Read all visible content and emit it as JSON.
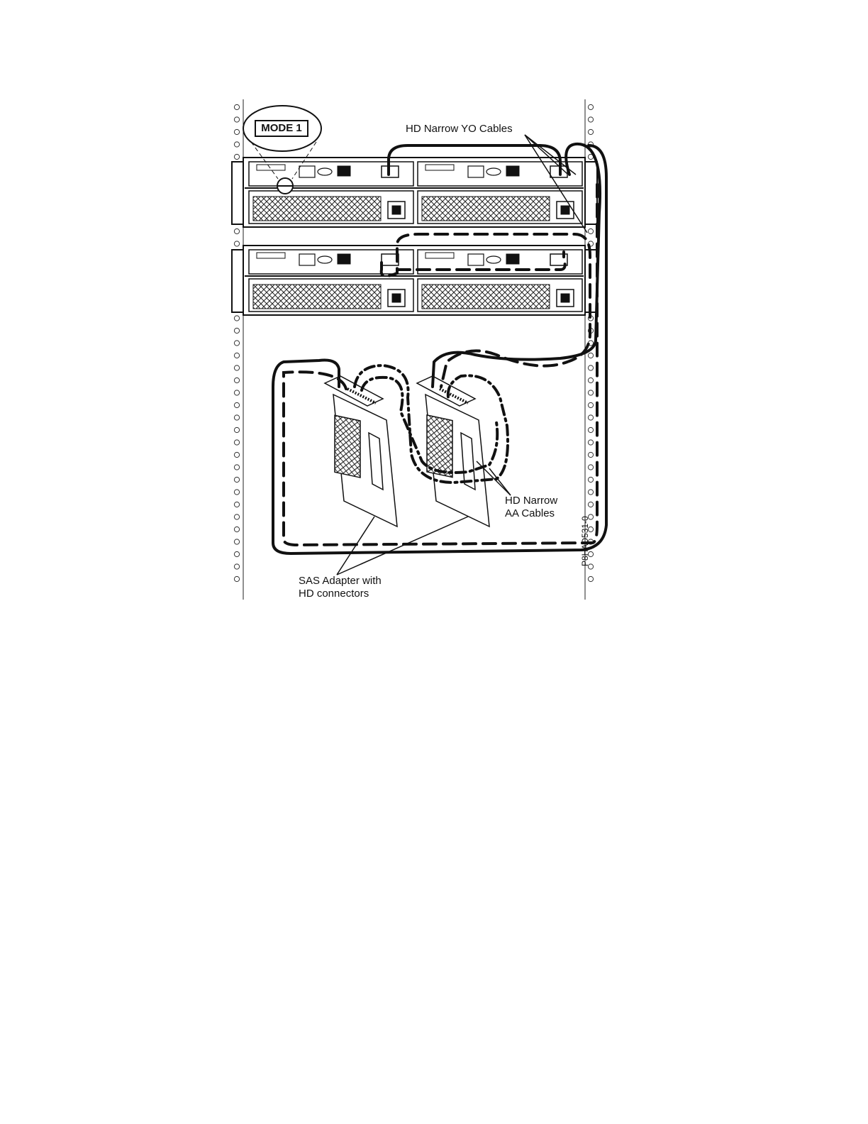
{
  "figure": {
    "mode_label": "MODE 1",
    "yo_cables_label": "HD Narrow YO Cables",
    "aa_cables_label_line1": "HD Narrow",
    "aa_cables_label_line2": "AA Cables",
    "adapter_label_line1": "SAS Adapter with",
    "adapter_label_line2": "HD connectors",
    "figure_id": "P8HAD531-0"
  },
  "colors": {
    "ink": "#111111",
    "background": "#ffffff"
  },
  "cable_styles": [
    "solid",
    "dashed",
    "dash-dot"
  ]
}
